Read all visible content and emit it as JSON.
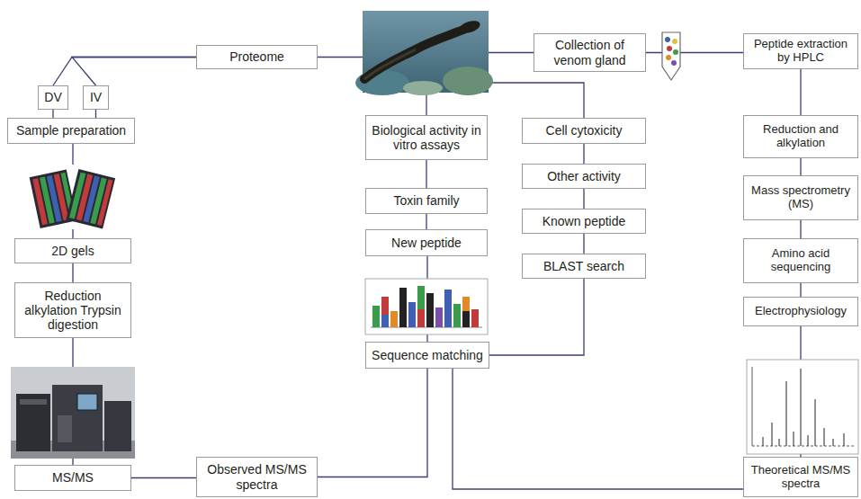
{
  "diagram": {
    "nodes": [
      {
        "text": [
          "DV"
        ]
      },
      {
        "text": [
          "IV"
        ]
      },
      {
        "text": [
          "Proteome"
        ]
      },
      {
        "text": [
          "Collection of venom gland"
        ]
      },
      {
        "text": [
          "Peptide extraction by HPLC"
        ]
      },
      {
        "text": [
          "Sample preparation"
        ]
      },
      {
        "text": [
          "Biological activity in vitro assays"
        ]
      },
      {
        "text": [
          "Cell cytoxicity"
        ]
      },
      {
        "text": [
          "Reduction and alkylation"
        ]
      },
      {
        "text": [
          "Other activity"
        ]
      },
      {
        "text": [
          "Toxin family"
        ]
      },
      {
        "text": [
          "Known peptide"
        ]
      },
      {
        "text": [
          "New peptide"
        ]
      },
      {
        "text": [
          "Mass spectrometry (MS)"
        ]
      },
      {
        "text": [
          "2D gels"
        ]
      },
      {
        "text": [
          "BLAST search"
        ]
      },
      {
        "text": [
          "Amino acid sequencing"
        ]
      },
      {
        "text": [
          "Electrophysiology"
        ]
      },
      {
        "text": [
          "Reduction alkylation Trypsin digestion"
        ]
      },
      {
        "text": [
          "Sequence matching"
        ]
      },
      {
        "text": [
          "MS/MS"
        ]
      },
      {
        "text": [
          "Observed MS/MS spectra"
        ]
      },
      {
        "text": [
          "Theoretical MS/MS spectra"
        ]
      }
    ],
    "edges": [
      {
        "from": 2,
        "to": 0,
        "arrow": "none"
      },
      {
        "from": 2,
        "to": 1,
        "arrow": "none"
      },
      {
        "from": 0,
        "to": 5,
        "arrow": "none"
      },
      {
        "from": 1,
        "to": 5,
        "arrow": "none"
      },
      {
        "from": 2,
        "to": 3,
        "arrow": "none"
      },
      {
        "from": 3,
        "to": 4,
        "arrow": "none"
      },
      {
        "from": 5,
        "to": 14,
        "arrow": "none"
      },
      {
        "from": 14,
        "to": 18,
        "arrow": "none"
      },
      {
        "from": 18,
        "to": 20,
        "arrow": "none"
      },
      {
        "from": 20,
        "to": 21,
        "arrow": "none"
      },
      {
        "from": 21,
        "to": 19,
        "arrow": "none"
      },
      {
        "from": 6,
        "to": 10,
        "arrow": "none"
      },
      {
        "from": 10,
        "to": 12,
        "arrow": "none"
      },
      {
        "from": 12,
        "to": 19,
        "arrow": "none"
      },
      {
        "from": 7,
        "to": 9,
        "arrow": "none"
      },
      {
        "from": 9,
        "to": 11,
        "arrow": "none"
      },
      {
        "from": 11,
        "to": 15,
        "arrow": "none"
      },
      {
        "from": 15,
        "to": 19,
        "arrow": "none"
      },
      {
        "from": 19,
        "to": 22,
        "arrow": "none"
      },
      {
        "from": 4,
        "to": 8,
        "arrow": "none"
      },
      {
        "from": 8,
        "to": 13,
        "arrow": "none"
      },
      {
        "from": 13,
        "to": 16,
        "arrow": "none"
      },
      {
        "from": 16,
        "to": 17,
        "arrow": "none"
      },
      {
        "from": 17,
        "to": 22,
        "arrow": "none"
      }
    ]
  }
}
